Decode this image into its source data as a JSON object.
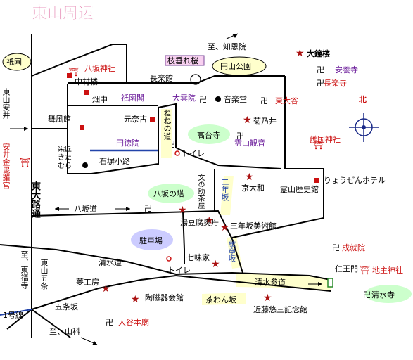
{
  "title": "東山周辺",
  "colors": {
    "title": "#cc1166",
    "red_label": "#cc1111",
    "purple_label": "#6a1a9a",
    "yellow_area": "#ffffcc",
    "green_area": "#ccffcc",
    "blue_area": "#ccccff",
    "pink_box": "#f8d0f0",
    "road_blue": "#2244aa",
    "marker_red": "#cc1111"
  },
  "streets": {
    "higashiyama_yasui": "東山安井",
    "higashiyama_oji": "東大路通",
    "higashiyama_gojo": "東山五条",
    "yasaka_michi": "八坂道",
    "kiyomizu_michi": "清水道",
    "kiyomizu_sando": "清水参道",
    "gojozaka": "五条坂",
    "chawanzaka": "茶わん坂",
    "ninenzaka": "二年坂",
    "sanneizaka": "産寧坂",
    "nene_no_michi": "ねねの道",
    "ishibe_koji": "石塀小路",
    "route1": "1号線",
    "to_tofukuji": "至、東福寺",
    "to_yamashina": "至、山科",
    "to_chionin": "至、知恩院"
  },
  "places": {
    "gion": "祇園",
    "maruyama_park": "円山公園",
    "shidarezakura": "枝垂れ桜",
    "yasaka_shrine": "八坂神社",
    "nakamuraro": "中村楼",
    "chorakukan": "長楽館",
    "gion_kaku": "祇園閣",
    "daiunin": "大雲院",
    "ongakudo": "音楽堂",
    "higashi_otani": "東大谷",
    "kikunoi": "菊乃井",
    "hatanaka": "畑中",
    "motonago": "元奈古",
    "butokan": "舞風館",
    "kodaiji": "高台寺",
    "entokuin": "円徳院",
    "toilet1": "トイレ",
    "ryozen_kannon": "霊山観音",
    "gokoku_shrine": "護国神社",
    "yasui_konpira": "安井金毘羅宮",
    "somesho_kitamura": "染匠きたむら",
    "kyo_yamato": "京大和",
    "ryozen_museum": "霊山歴史館",
    "ryozen_hotel": "りょうぜんホテル",
    "yasaka_tower": "八坂の塔",
    "bunnosuke_chaya": "文の助茶屋",
    "okutan": "湯豆腐奥丹",
    "sannenzaka_museum": "三年坂美術館",
    "parking": "駐車場",
    "nanami_ya": "七味家",
    "toilet2": "トイレ",
    "yume_kobo": "夢工房",
    "toji_kaikan": "陶磁器会館",
    "kondo_yuzo_museum": "近藤悠三記念館",
    "otani_honbyo": "大谷本廟",
    "niomon": "仁王門",
    "kiyomizu_temple": "清水寺",
    "jojuin": "成就院",
    "jishu_shrine": "地主神社",
    "daishoro": "大鐘楼",
    "anyoji": "安養寺",
    "chorakuji": "長楽寺",
    "north": "北"
  }
}
